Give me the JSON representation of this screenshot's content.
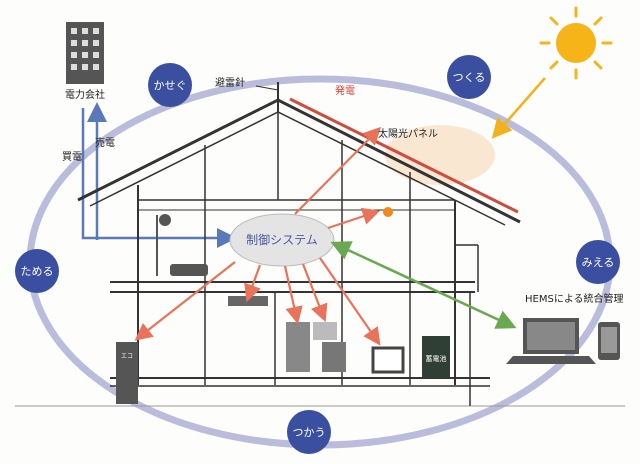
{
  "bubbles": {
    "kasegu": "かせぐ",
    "tsukuru": "つくる",
    "tameru": "ためる",
    "mieru": "みえる",
    "tsukau": "つかう"
  },
  "labels": {
    "power_company": "電力会社",
    "sell_power": "売電",
    "buy_power": "買電",
    "lightning_rod": "避雷針",
    "generation": "発電",
    "solar_panel": "太陽光パネル",
    "control_system": "制御システム",
    "hems": "HEMSによる統合管理",
    "battery": "蓄電池",
    "ecocute": "エコ"
  },
  "colors": {
    "bubble": "#3b4fa0",
    "ellipse": "#b9bcdb",
    "blue_arrow": "#5a79b8",
    "red_arrow": "#e8735a",
    "green_arrow": "#6aa852",
    "sun_arrow": "#f2b21f",
    "generation_text": "#e03a2c",
    "roof_panel": "#d24a3a"
  }
}
